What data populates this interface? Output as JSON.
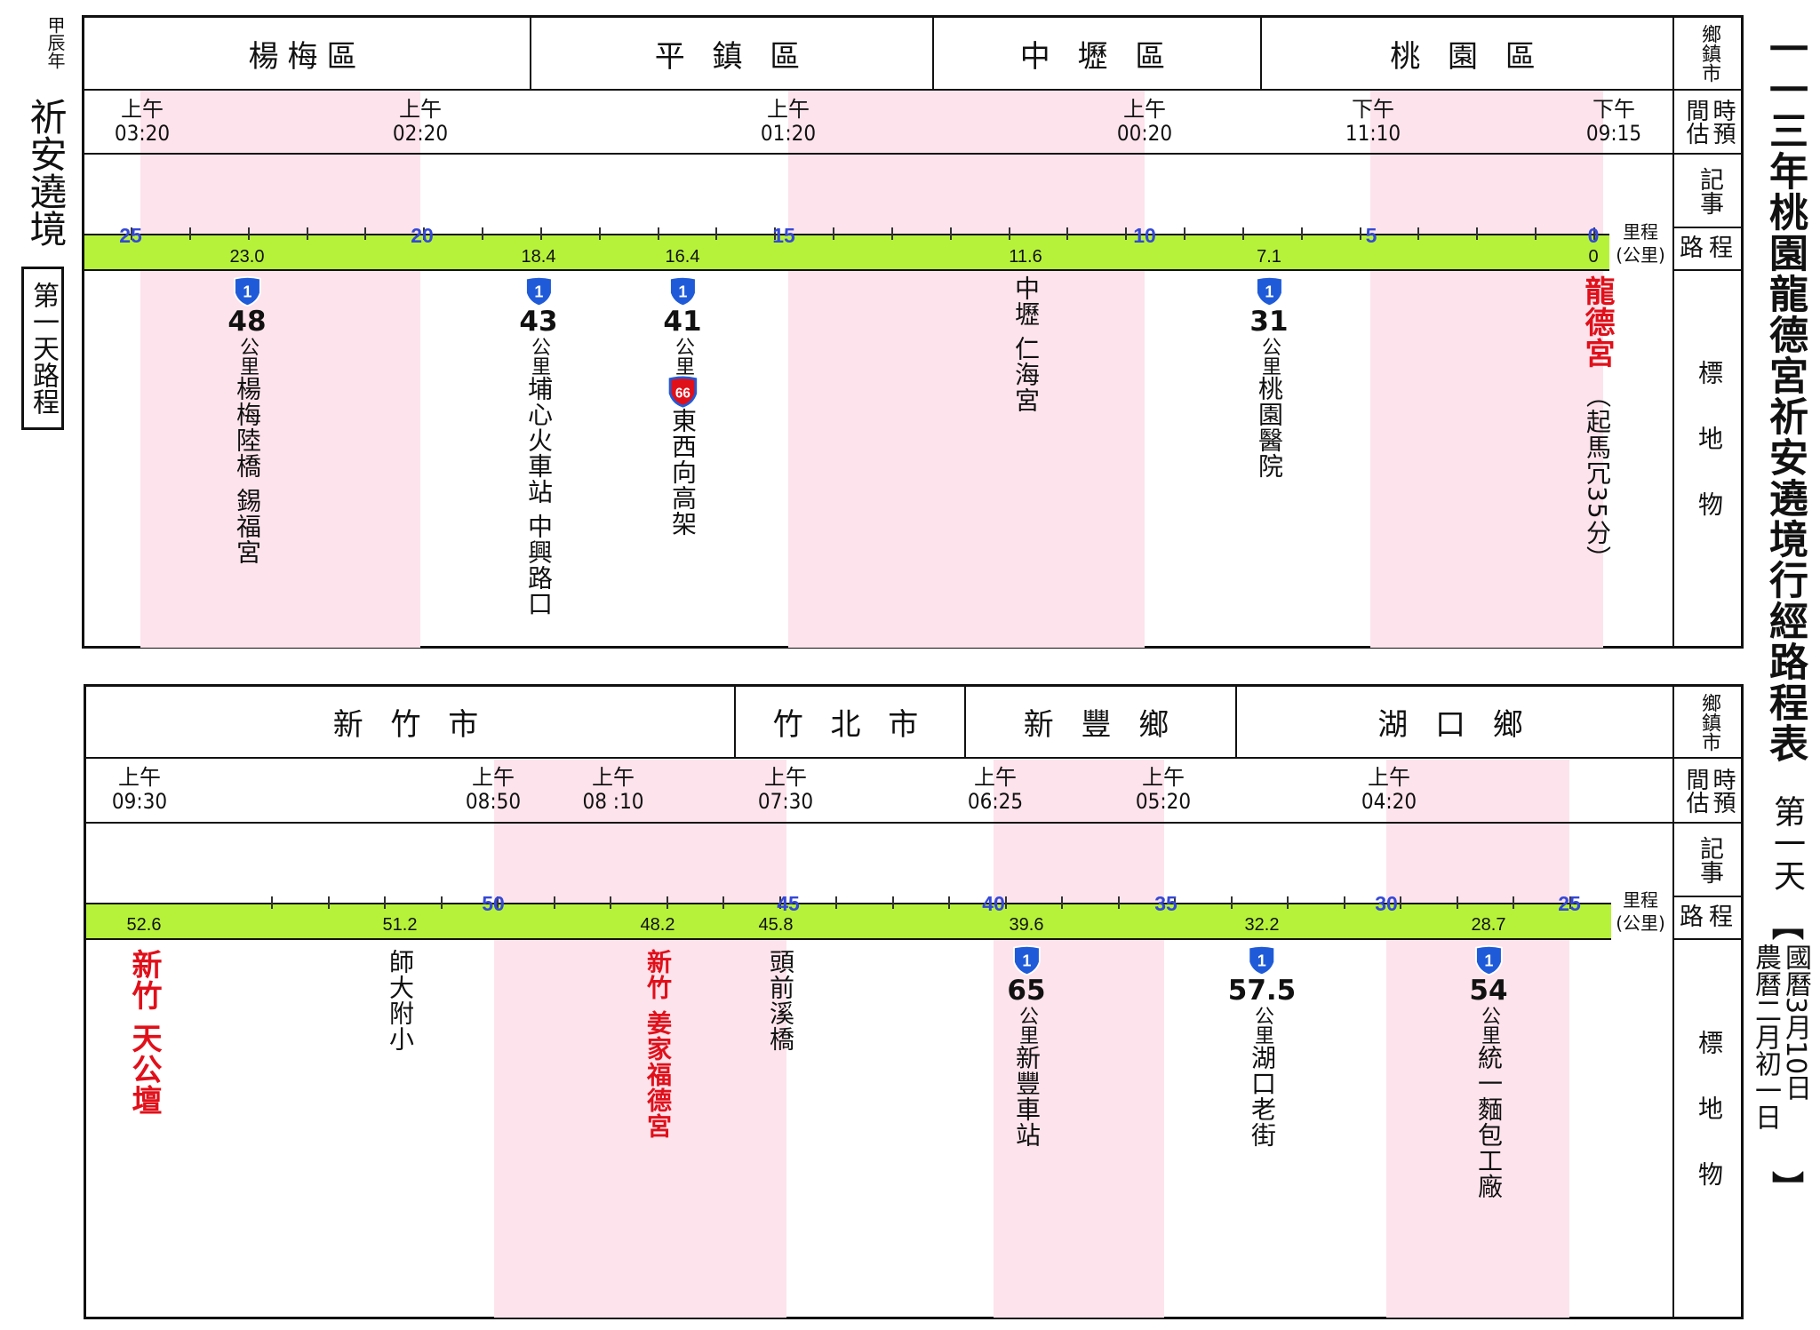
{
  "left": {
    "year": "甲辰年",
    "title": "祈安遶境",
    "day_label": "第一天路程"
  },
  "right": {
    "title": "一一三年桃園龍德宮祈安遶境行經路程表",
    "day": "第一天",
    "bracket_open": "【",
    "bracket_close": "】",
    "date_solar": "國曆3月10日",
    "date_lunar": "農曆二月初一日"
  },
  "row_labels": {
    "district": "鄉鎮市",
    "time": "時預間估",
    "notes": "記事",
    "route": "路程",
    "landmark": "標地物",
    "mileage": "里程",
    "unit": "(公里)"
  },
  "panel1": {
    "districts": [
      "楊梅區",
      "平 鎮 區",
      "中 壢 區",
      "桃 園 區"
    ],
    "times": [
      {
        "label": "上午",
        "time": "03:20"
      },
      {
        "label": "上午",
        "time": "02:20"
      },
      {
        "label": "上午",
        "time": "01:20"
      },
      {
        "label": "上午",
        "time": "00:20"
      },
      {
        "label": "下午",
        "time": "11:10"
      },
      {
        "label": "下午",
        "time": "09:15"
      }
    ],
    "km_marks": [
      "25",
      "20",
      "15",
      "10",
      "5",
      "0"
    ],
    "distances": [
      "23.0",
      "18.4",
      "16.4",
      "11.6",
      "7.1",
      "0"
    ],
    "landmarks": [
      {
        "hwy": "1",
        "num": "48",
        "unit": "公里",
        "name": "楊梅陸橋 錫福宮"
      },
      {
        "hwy": "1",
        "num": "43",
        "unit": "公里",
        "name": "埔心火車站 中興路口"
      },
      {
        "hwy": "1",
        "num": "41",
        "unit": "公里",
        "hwy2": "66",
        "name": "東西向高架"
      },
      {
        "name": "中壢 仁海宮"
      },
      {
        "hwy": "1",
        "num": "31",
        "unit": "公里",
        "name": "桃園醫院"
      },
      {
        "name": "龍德宮",
        "sub": "（起馬冗35分）"
      }
    ]
  },
  "panel2": {
    "districts": [
      "新 竹 市",
      "竹 北 市",
      "新 豐 鄉",
      "湖 口 鄉"
    ],
    "times": [
      {
        "label": "上午",
        "time": "09:30"
      },
      {
        "label": "上午",
        "time": "08:50"
      },
      {
        "label": "上午",
        "time": "08 :10"
      },
      {
        "label": "上午",
        "time": "07:30"
      },
      {
        "label": "上午",
        "time": "06:25"
      },
      {
        "label": "上午",
        "time": "05:20"
      },
      {
        "label": "上午",
        "time": "04:20"
      }
    ],
    "km_marks": [
      "50",
      "45",
      "40",
      "35",
      "30",
      "25"
    ],
    "distances": [
      "52.6",
      "51.2",
      "48.2",
      "45.8",
      "39.6",
      "32.2",
      "28.7"
    ],
    "landmarks": [
      {
        "name": "新竹 天公壇"
      },
      {
        "name": "師大附小"
      },
      {
        "name": "新竹 姜家福德宮"
      },
      {
        "name": "頭前溪橋"
      },
      {
        "hwy": "1",
        "num": "65",
        "unit": "公里",
        "name": "新豐車站"
      },
      {
        "hwy": "1",
        "num": "57.5",
        "unit": "公里",
        "name": "湖口老街"
      },
      {
        "hwy": "1",
        "num": "54",
        "unit": "公里",
        "name": "統一麵包工廠"
      }
    ]
  },
  "colors": {
    "pink": "#fde3ec",
    "green": "#b6f23a",
    "km_blue": "#3548d6",
    "red": "#e0101a",
    "shield": "#1f5bd8",
    "shield_red": "#e0101a"
  }
}
